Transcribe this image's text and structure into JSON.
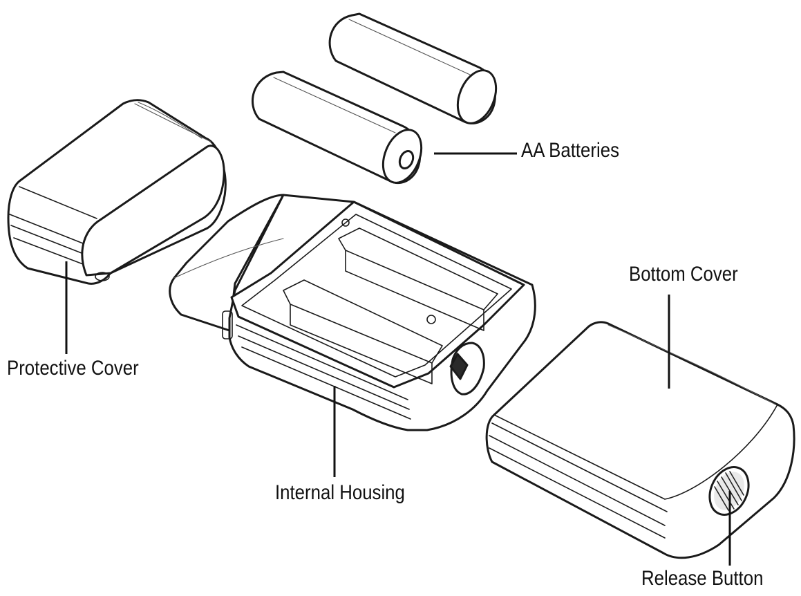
{
  "labels": {
    "batteries": "AA Batteries",
    "protective_cover": "Protective Cover",
    "internal_housing": "Internal Housing",
    "bottom_cover": "Bottom Cover",
    "release_button": "Release Button"
  },
  "colors": {
    "line": "#1a1a1a",
    "background": "#ffffff"
  }
}
